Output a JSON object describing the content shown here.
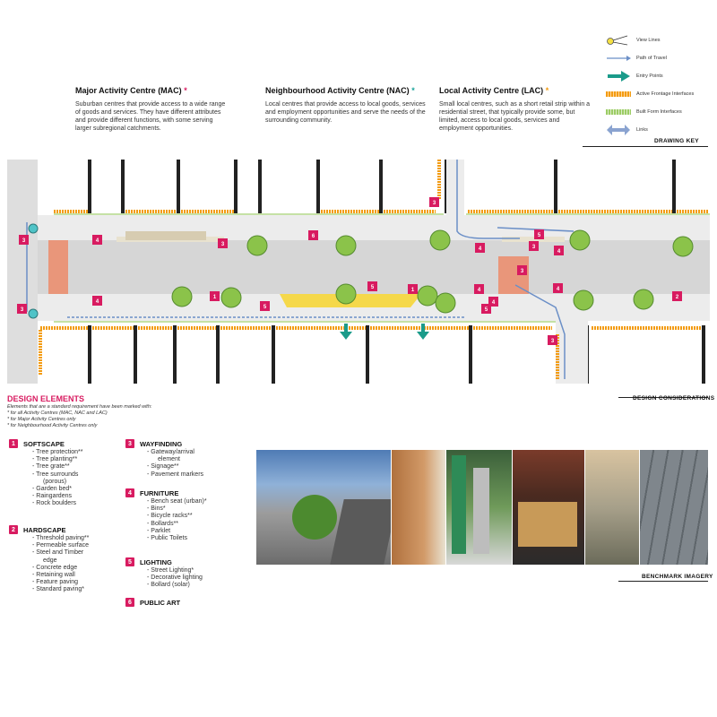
{
  "centres": [
    {
      "title": "Major Activity Centre (MAC)",
      "star": "*",
      "star_color": "#d81b60",
      "desc": "Suburban centres that provide access to a wide range of goods and services. They have different attributes and provide different functions, with some serving larger subregional catchments."
    },
    {
      "title": "Neighbourhood Activity Centre (NAC)",
      "star": "*",
      "star_color": "#1aa39a",
      "desc": "Local centres that provide access to local goods, services and employment opportunities and serve the needs of the surrounding community."
    },
    {
      "title": "Local Activity Centre (LAC)",
      "star": "*",
      "star_color": "#f39c12",
      "desc": "Small local centres, such as a short retail strip within a residential street, that typically provide some, but limited, access to local goods, services and employment opportunities."
    }
  ],
  "drawing_key": {
    "heading": "DRAWING KEY",
    "items": [
      {
        "label": "View Lines",
        "icon": "view-lines-icon"
      },
      {
        "label": "Path of Travel",
        "icon": "path-of-travel-icon"
      },
      {
        "label": "Entry Points",
        "icon": "entry-points-icon"
      },
      {
        "label": "Active Frontage Interfaces",
        "icon": "active-frontage-swatch"
      },
      {
        "label": "Built Form Interfaces",
        "icon": "built-form-swatch"
      },
      {
        "label": "Links",
        "icon": "links-icon"
      }
    ]
  },
  "colors": {
    "accent": "#d81b60",
    "teal": "#1a9b8a",
    "orange": "#f39c12",
    "path": "#6b8fc7",
    "road": "#d9d9d9",
    "green": "#7cb342"
  },
  "plan": {
    "heading": "DESIGN CONSIDERATIONS",
    "markers_top": [
      "3",
      "4",
      "3",
      "6",
      "5",
      "4",
      "3",
      "4"
    ],
    "markers_bottom": [
      "4",
      "1",
      "5",
      "5",
      "1",
      "4",
      "5",
      "4",
      "4",
      "2"
    ],
    "markers_side": [
      "3",
      "3",
      "3",
      "2"
    ]
  },
  "design_elements": {
    "title": "DESIGN ELEMENTS",
    "note_lines": [
      "Elements that are a standard requirement have been marked with:",
      "* for all Activity Centres (MAC, NAC and LAC)",
      "* for Major Activity Centres only",
      "* for Neighbourhood Activity Centres only"
    ],
    "categories": [
      {
        "num": "1",
        "name": "SOFTSCAPE",
        "items": [
          "Tree protection**",
          "Tree planting**",
          "Tree grate**",
          "Tree surrounds",
          "(porous)",
          "Garden bed*",
          "Raingardens",
          "Rock boulders"
        ]
      },
      {
        "num": "2",
        "name": "HARDSCAPE",
        "items": [
          "Threshold paving**",
          "Permeable surface",
          "Steel and Timber",
          "edge",
          "Concrete edge",
          "Retaining wall",
          "Feature paving",
          "Standard paving*"
        ]
      },
      {
        "num": "3",
        "name": "WAYFINDING",
        "items": [
          "Gateway/arrival",
          "element",
          "Signage**",
          "Pavement markers"
        ]
      },
      {
        "num": "4",
        "name": "FURNITURE",
        "items": [
          "Bench seat (urban)*",
          "Bins*",
          "Bicycle racks**",
          "Bollards**",
          "Parklet",
          "Public Toilets"
        ]
      },
      {
        "num": "5",
        "name": "LIGHTING",
        "items": [
          "Street Lighting*",
          "Decorative lighting",
          "Bollard (solar)"
        ]
      },
      {
        "num": "6",
        "name": "PUBLIC ART",
        "items": []
      }
    ]
  },
  "benchmark": {
    "heading": "BENCHMARK IMAGERY"
  }
}
